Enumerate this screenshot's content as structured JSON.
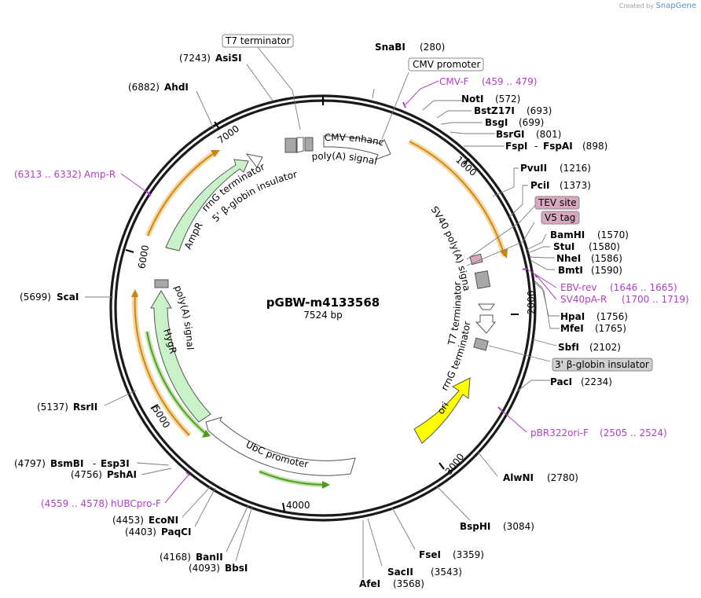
{
  "watermark": {
    "prefix": "Created by",
    "brand": "SnapGene"
  },
  "plasmid": {
    "name": "pGBW-m4133568",
    "length_label": "7524 bp",
    "length": 7524
  },
  "ticks": [
    "1000",
    "2000",
    "3000",
    "4000",
    "5000",
    "6000",
    "7000"
  ],
  "sites": [
    {
      "name": "SnaBI",
      "pos": "(280)"
    },
    {
      "name": "NotI",
      "pos": "(572)"
    },
    {
      "name": "BstZ17I",
      "pos": "(693)"
    },
    {
      "name": "BsgI",
      "pos": "(699)"
    },
    {
      "name": "BsrGI",
      "pos": "(801)"
    },
    {
      "name": "FspI",
      "pos": "(898)",
      "extra": "FspAI"
    },
    {
      "name": "PvuII",
      "pos": "(1216)"
    },
    {
      "name": "PciI",
      "pos": "(1373)"
    },
    {
      "name": "BamHI",
      "pos": "(1570)"
    },
    {
      "name": "StuI",
      "pos": "(1580)"
    },
    {
      "name": "NheI",
      "pos": "(1586)"
    },
    {
      "name": "BmtI",
      "pos": "(1590)"
    },
    {
      "name": "HpaI",
      "pos": "(1756)"
    },
    {
      "name": "MfeI",
      "pos": "(1765)"
    },
    {
      "name": "SbfI",
      "pos": "(2102)"
    },
    {
      "name": "PacI",
      "pos": "(2234)"
    },
    {
      "name": "AlwNI",
      "pos": "(2780)"
    },
    {
      "name": "BspHI",
      "pos": "(3084)"
    },
    {
      "name": "FseI",
      "pos": "(3359)"
    },
    {
      "name": "SacII",
      "pos": "(3543)"
    },
    {
      "name": "AfeI",
      "pos": "(3568)"
    },
    {
      "name": "BbsI",
      "pos": "(4093)"
    },
    {
      "name": "BanII",
      "pos": "(4168)"
    },
    {
      "name": "PaqCI",
      "pos": "(4403)"
    },
    {
      "name": "EcoNI",
      "pos": "(4453)"
    },
    {
      "name": "PshAI",
      "pos": "(4756)"
    },
    {
      "name": "BsmBI",
      "pos": "(4797)",
      "extra": "Esp3I"
    },
    {
      "name": "RsrII",
      "pos": "(5137)"
    },
    {
      "name": "ScaI",
      "pos": "(5699)"
    },
    {
      "name": "AhdI",
      "pos": "(6882)"
    },
    {
      "name": "AsiSI",
      "pos": "(7243)"
    }
  ],
  "primers": [
    {
      "name": "CMV-F",
      "range": "(459 .. 479)"
    },
    {
      "name": "EBV-rev",
      "range": "(1646 .. 1665)"
    },
    {
      "name": "SV40pA-R",
      "range": "(1700 .. 1719)"
    },
    {
      "name": "pBR322ori-F",
      "range": "(2505 .. 2524)"
    },
    {
      "name": "hUBCpro-F",
      "range": "(4559 .. 4578)"
    },
    {
      "name": "Amp-R",
      "range": "(6313 .. 6332)"
    }
  ],
  "boxed_labels": {
    "t7_terminator": "T7 terminator",
    "cmv_promoter": "CMV promoter",
    "tev_site": "TEV site",
    "v5_tag": "V5 tag",
    "b_globin_3": "3' β-globin insulator"
  },
  "features": {
    "cmv_enhancer": "CMV enhancer",
    "polya_top": "poly(A) signal",
    "rrng_top": "rrnG terminator",
    "bglobin_5": "5' β-globin insulator",
    "ampr": "AmpR",
    "sv40_polya": "SV40 poly(A) signal",
    "t7_term_inner": "T7 terminator",
    "rrng_right": "rrnG terminator",
    "ori": "ori",
    "ubc": "UbC promoter",
    "polya_left": "poly(A) signal",
    "hygr": "HygR"
  },
  "colors": {
    "backbone": "#1a1a1a",
    "orf_orange": "#f0a030",
    "orf_green": "#4c9a1e",
    "marker_fill": "#c9f2c9",
    "ori_fill": "#ffff00",
    "tag_fill": "#d9a7c0",
    "terminator_fill": "#a8a8a8",
    "primer": "#b23dc9"
  }
}
